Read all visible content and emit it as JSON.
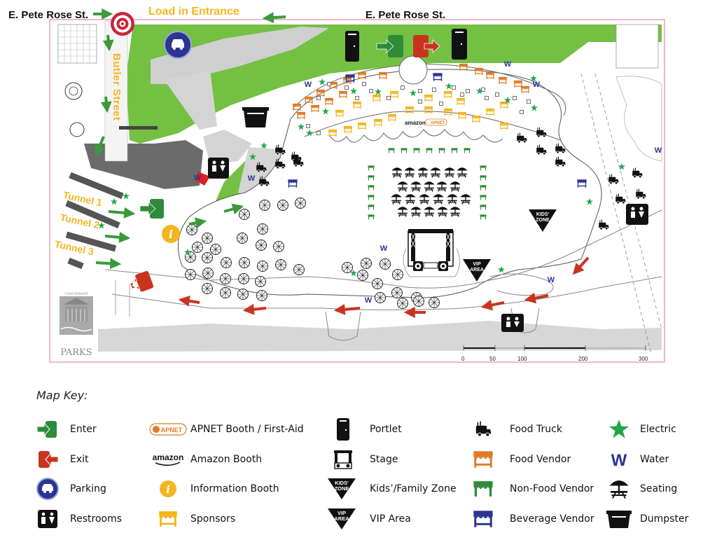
{
  "streets": {
    "top_left": "E. Pete Rose St.",
    "top_center": "E. Pete Rose St.",
    "load_in": "Load in Entrance",
    "butler": "Butler Street"
  },
  "tunnels": [
    "Tunnel 1",
    "Tunnel 2",
    "Tunnel 3"
  ],
  "map_labels": {
    "amazon": "amazon",
    "apnet": "APNET",
    "kids_zone_line1": "KIDS'",
    "kids_zone_line2": "ZONE",
    "vip_line1": "VIP",
    "vip_line2": "AREA",
    "water": "W",
    "parks_city": "CINCINNATI",
    "parks_name": "PARKS"
  },
  "scale": [
    "0",
    "50",
    "100",
    "200",
    "300"
  ],
  "key": {
    "title": "Map Key:",
    "items": [
      {
        "label": "Enter",
        "icon": "enter-icon"
      },
      {
        "label": "Exit",
        "icon": "exit-icon"
      },
      {
        "label": "Parking",
        "icon": "parking-icon"
      },
      {
        "label": "Restrooms",
        "icon": "restrooms-icon"
      },
      {
        "label": "APNET Booth / First-Aid",
        "icon": "apnet-icon",
        "icon_text": "APNET"
      },
      {
        "label": "Amazon Booth",
        "icon": "amazon-icon",
        "icon_text": "amazon"
      },
      {
        "label": "Information Booth",
        "icon": "info-icon",
        "icon_text": "i"
      },
      {
        "label": "Sponsors",
        "icon": "sponsor-tent-icon"
      },
      {
        "label": "Portlet",
        "icon": "portlet-icon"
      },
      {
        "label": "Stage",
        "icon": "stage-icon"
      },
      {
        "label": "Kids’/Family Zone",
        "icon": "kids-zone-icon",
        "icon_text_1": "KIDS'",
        "icon_text_2": "ZONE"
      },
      {
        "label": "VIP Area",
        "icon": "vip-area-icon",
        "icon_text_1": "VIP",
        "icon_text_2": "AREA"
      },
      {
        "label": "Food Truck",
        "icon": "food-truck-icon"
      },
      {
        "label": "Food Vendor",
        "icon": "food-vendor-icon"
      },
      {
        "label": "Non-Food Vendor",
        "icon": "non-food-vendor-icon"
      },
      {
        "label": "Beverage Vendor",
        "icon": "beverage-vendor-icon"
      },
      {
        "label": "Electric",
        "icon": "electric-icon"
      },
      {
        "label": "Water",
        "icon": "water-icon",
        "icon_text": "W"
      },
      {
        "label": "Seating",
        "icon": "seating-icon"
      },
      {
        "label": "Dumpster",
        "icon": "dumpster-icon"
      }
    ]
  },
  "colors": {
    "grass": "#74c043",
    "path": "#e6e6e6",
    "border": "#e58aa8",
    "enter": "#2e8b3a",
    "exit": "#c8351f",
    "parking": "#2b3590",
    "info": "#f5b51e",
    "food_vendor": "#e07b26",
    "non_food_vendor": "#2e8b3a",
    "beverage_vendor": "#2b3590",
    "sponsor": "#f5b51e",
    "electric": "#1fa84a",
    "water": "#2b3590"
  }
}
